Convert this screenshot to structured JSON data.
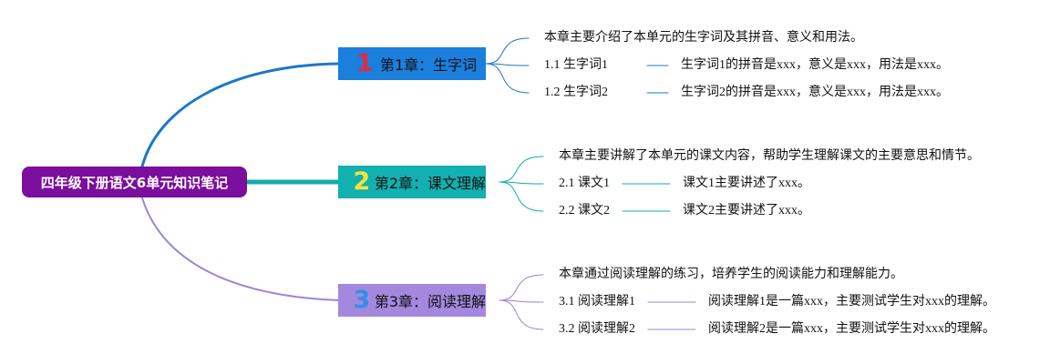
{
  "root": {
    "label": "四年级下册语文6单元知识笔记",
    "color": "#7b0e9c"
  },
  "chapters": [
    {
      "number": "1",
      "number_color": "#e8283c",
      "box_color": "#1a7fdd",
      "line_color": "#1b78c9",
      "label": "第1章：生字词",
      "summary": "本章主要介绍了本单元的生字词及其拼音、意义和用法。",
      "items": [
        {
          "title": "1.1 生字词1",
          "detail": "生字词1的拼音是xxx，意义是xxx，用法是xxx。"
        },
        {
          "title": "1.2 生字词2",
          "detail": "生字词2的拼音是xxx，意义是xxx，用法是xxx。"
        }
      ]
    },
    {
      "number": "2",
      "number_color": "#f3e33b",
      "box_color": "#12b0b0",
      "line_color": "#12acac",
      "label": "第2章：课文理解",
      "summary": "本章主要讲解了本单元的课文内容，帮助学生理解课文的主要意思和情节。",
      "items": [
        {
          "title": "2.1 课文1",
          "detail": "课文1主要讲述了xxx。"
        },
        {
          "title": "2.2 课文2",
          "detail": "课文2主要讲述了xxx。"
        }
      ]
    },
    {
      "number": "3",
      "number_color": "#2f8fe8",
      "box_color": "#a488de",
      "line_color": "#9c84d6",
      "label": "第3章：阅读理解",
      "summary": "本章通过阅读理解的练习，培养学生的阅读能力和理解能力。",
      "items": [
        {
          "title": "3.1 阅读理解1",
          "detail": "阅读理解1是一篇xxx，主要测试学生对xxx的理解。"
        },
        {
          "title": "3.2 阅读理解2",
          "detail": "阅读理解2是一篇xxx，主要测试学生对xxx的理解。"
        }
      ]
    }
  ]
}
